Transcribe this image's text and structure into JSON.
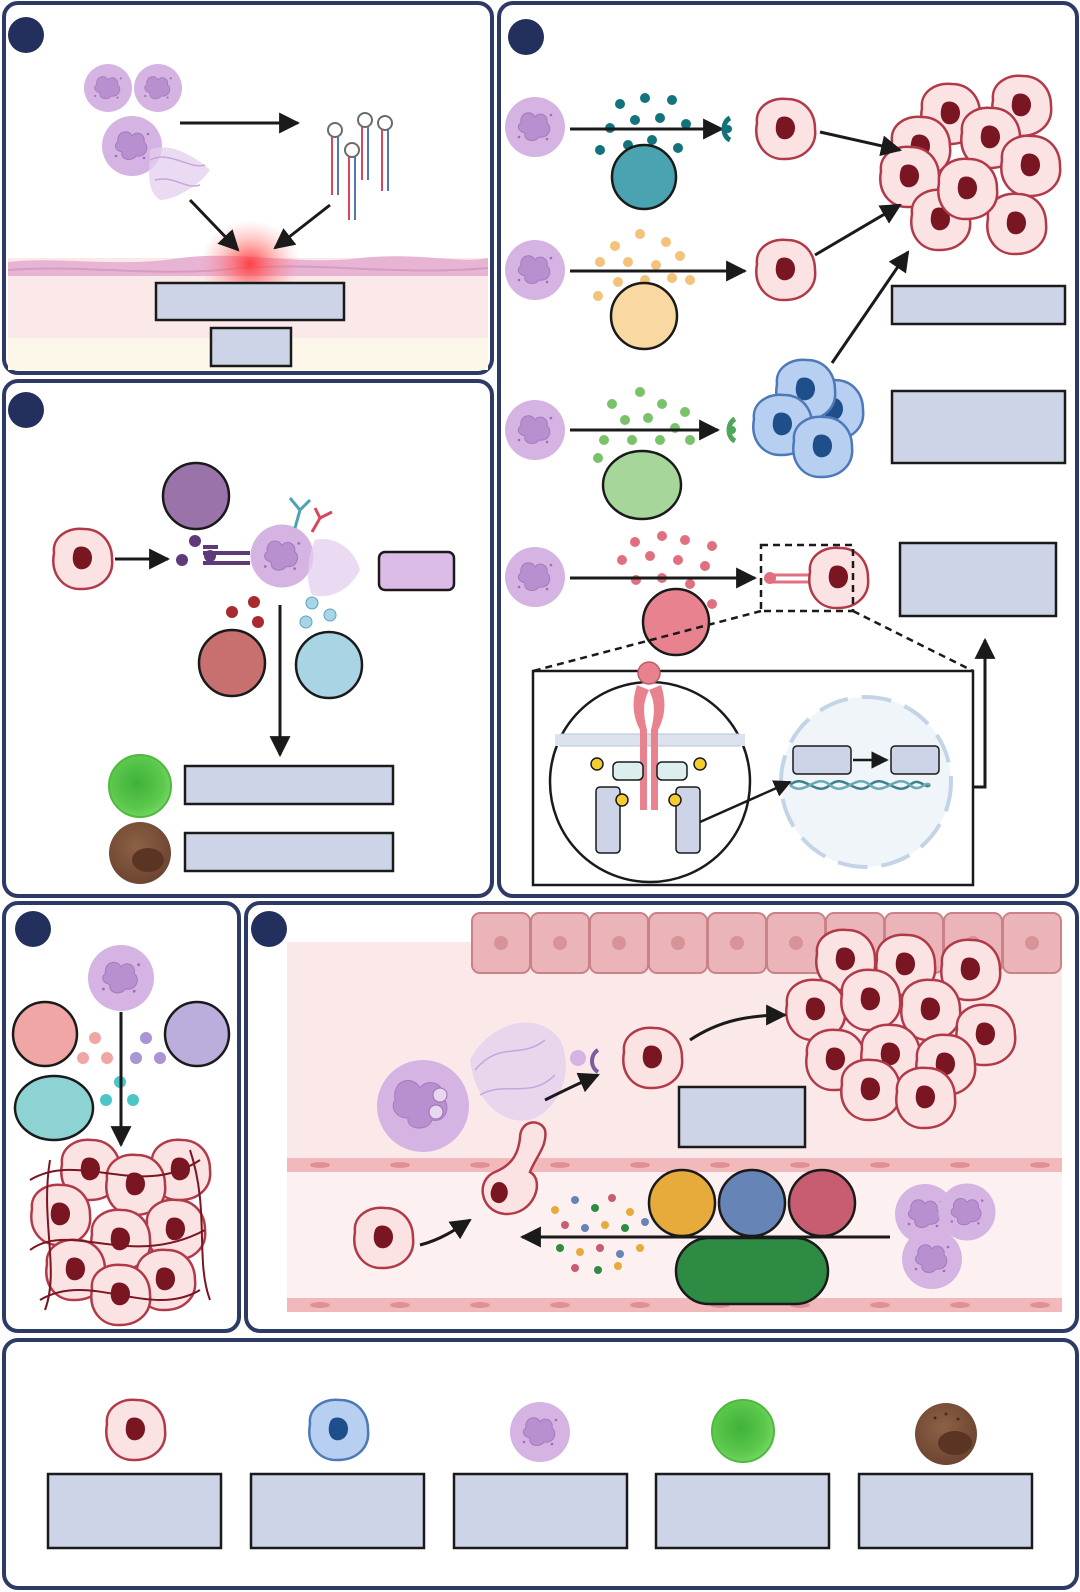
{
  "figure": {
    "panels": [
      {
        "id": "panel-top-left"
      },
      {
        "id": "panel-top-right"
      },
      {
        "id": "panel-middle-left"
      },
      {
        "id": "panel-bottom-left"
      },
      {
        "id": "panel-bottom-right"
      },
      {
        "id": "panel-legend"
      }
    ],
    "legend": {
      "items": [
        {
          "icon": "tumor-cell-icon"
        },
        {
          "icon": "stem-like-cell-icon"
        },
        {
          "icon": "neutrophil-icon"
        },
        {
          "icon": "t-cell-icon"
        },
        {
          "icon": "macrophage-icon"
        }
      ]
    },
    "colors": {
      "panel_border": "#2e3a66",
      "badge": "#23305e",
      "label_box": "#ced4e7",
      "tumor_fill": "#fbe3e4",
      "tumor_stroke": "#b23a48",
      "tumor_nucleus": "#7a1522",
      "neutrophil_fill": "#d5b4e4",
      "stem_fill": "#b7cff0",
      "stem_stroke": "#4d79b8",
      "t_cell": "#6bd45a",
      "macrophage": "#7b5038",
      "teal_cell": "#4aa3b0",
      "yellow_cell": "#f9d9a1",
      "green_cell": "#a6d69a",
      "pink_cell": "#e8828f",
      "purple_cell": "#9a74a8",
      "red_cell": "#c87070",
      "lightblue_cell": "#a8d4e4",
      "orange_cell": "#e7ab3c",
      "blue_cell": "#6684b6",
      "rose_cell": "#c85c70",
      "platelet_green": "#2e8b44",
      "lavender_cell": "#bbaedd",
      "salmon_cell": "#f1a6a6",
      "aqua_cell": "#8ed3d3"
    }
  }
}
